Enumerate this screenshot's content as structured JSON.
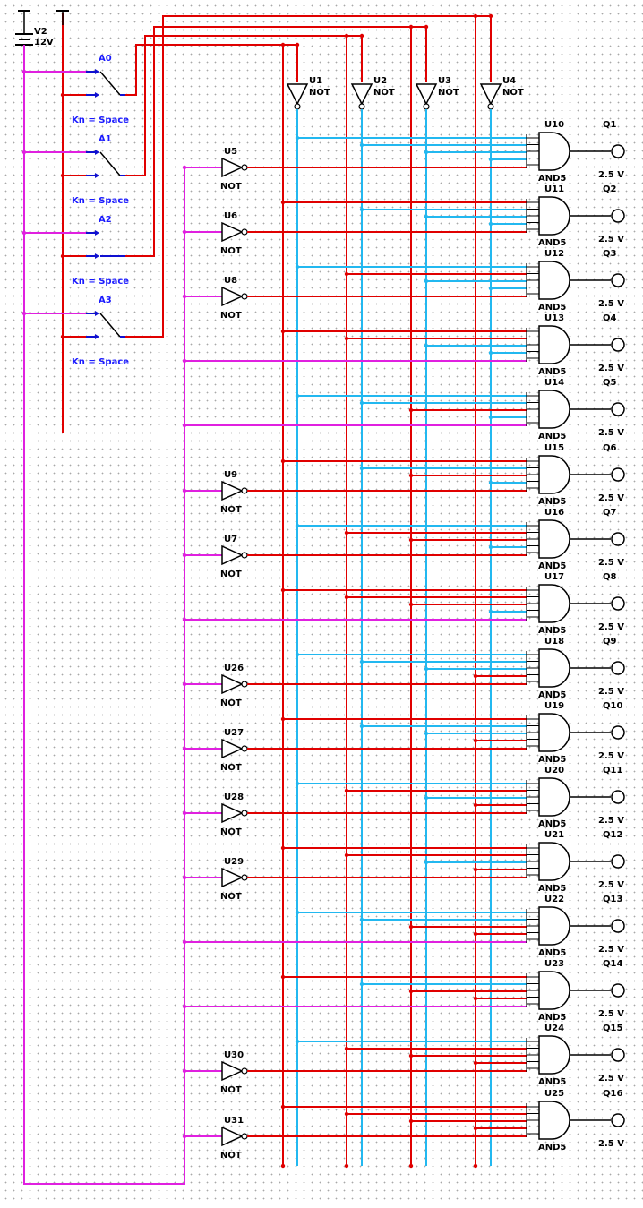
{
  "colors": {
    "red_wire": "#e00000",
    "blue_wire": "#22b8f0",
    "magenta_wire": "#e020e0",
    "dark_blue_switch": "#1010d0",
    "component": "#000000",
    "grid_dot": "#a8a8a8"
  },
  "battery": {
    "name": "V2",
    "voltage": "12V"
  },
  "switches": [
    {
      "name": "A0",
      "key": "Kn = Space"
    },
    {
      "name": "A1",
      "key": "Kn = Space"
    },
    {
      "name": "A2",
      "key": "Kn = Space"
    },
    {
      "name": "A3",
      "key": "Kn = Space"
    }
  ],
  "top_inverters": [
    {
      "name": "U1",
      "type": "NOT"
    },
    {
      "name": "U2",
      "type": "NOT"
    },
    {
      "name": "U3",
      "type": "NOT"
    },
    {
      "name": "U4",
      "type": "NOT"
    }
  ],
  "left_inverters": [
    {
      "name": "U5",
      "type": "NOT"
    },
    {
      "name": "U6",
      "type": "NOT"
    },
    {
      "name": "U8",
      "type": "NOT"
    },
    {
      "name": "U9",
      "type": "NOT"
    },
    {
      "name": "U7",
      "type": "NOT"
    },
    {
      "name": "U26",
      "type": "NOT"
    },
    {
      "name": "U27",
      "type": "NOT"
    },
    {
      "name": "U28",
      "type": "NOT"
    },
    {
      "name": "U29",
      "type": "NOT"
    },
    {
      "name": "U30",
      "type": "NOT"
    },
    {
      "name": "U31",
      "type": "NOT"
    }
  ],
  "gates": [
    {
      "name": "U10",
      "type": "AND5",
      "output": "Q1",
      "voltage": "2.5 V"
    },
    {
      "name": "U11",
      "type": "AND5",
      "output": "Q2",
      "voltage": "2.5 V"
    },
    {
      "name": "U12",
      "type": "AND5",
      "output": "Q3",
      "voltage": "2.5 V"
    },
    {
      "name": "U13",
      "type": "AND5",
      "output": "Q4",
      "voltage": "2.5 V"
    },
    {
      "name": "U14",
      "type": "AND5",
      "output": "Q5",
      "voltage": "2.5 V"
    },
    {
      "name": "U15",
      "type": "AND5",
      "output": "Q6",
      "voltage": "2.5 V"
    },
    {
      "name": "U16",
      "type": "AND5",
      "output": "Q7",
      "voltage": "2.5 V"
    },
    {
      "name": "U17",
      "type": "AND5",
      "output": "Q8",
      "voltage": "2.5 V"
    },
    {
      "name": "U18",
      "type": "AND5",
      "output": "Q9",
      "voltage": "2.5 V"
    },
    {
      "name": "U19",
      "type": "AND5",
      "output": "Q10",
      "voltage": "2.5 V"
    },
    {
      "name": "U20",
      "type": "AND5",
      "output": "Q11",
      "voltage": "2.5 V"
    },
    {
      "name": "U21",
      "type": "AND5",
      "output": "Q12",
      "voltage": "2.5 V"
    },
    {
      "name": "U22",
      "type": "AND5",
      "output": "Q13",
      "voltage": "2.5 V"
    },
    {
      "name": "U23",
      "type": "AND5",
      "output": "Q14",
      "voltage": "2.5 V"
    },
    {
      "name": "U24",
      "type": "AND5",
      "output": "Q15",
      "voltage": "2.5 V"
    },
    {
      "name": "U25",
      "type": "AND5",
      "output": "Q16",
      "voltage": "2.5 V"
    }
  ]
}
